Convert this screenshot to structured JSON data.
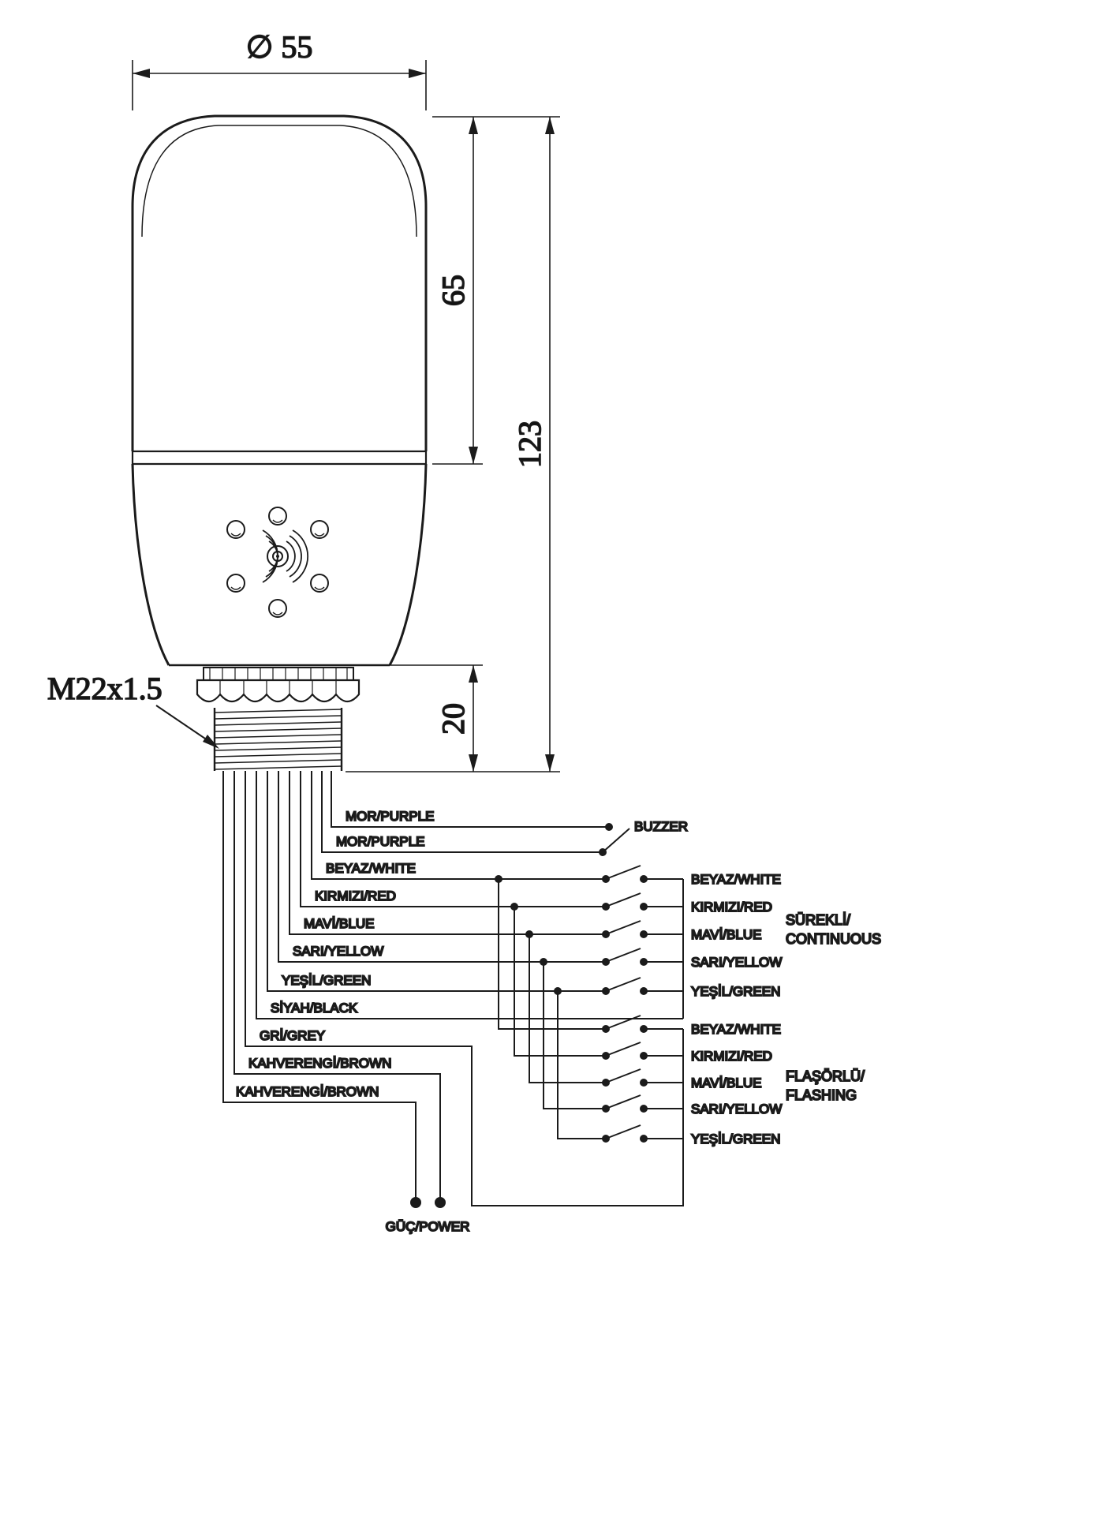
{
  "drawing": {
    "dims": {
      "diameter": "∅ 55",
      "lens_height": "65",
      "total_height": "123",
      "thread_height": "20",
      "thread_spec": "M22x1.5"
    }
  },
  "wires": [
    "MOR/PURPLE",
    "MOR/PURPLE",
    "BEYAZ/WHITE",
    "KIRMIZI/RED",
    "MAVİ/BLUE",
    "SARI/YELLOW",
    "YEŞİL/GREEN",
    "SİYAH/BLACK",
    "GRİ/GREY",
    "KAHVERENGİ/BROWN",
    "KAHVERENGİ/BROWN"
  ],
  "schematic": {
    "buzzer": "BUZZER",
    "continuous": [
      "BEYAZ/WHITE",
      "KIRMIZI/RED",
      "MAVİ/BLUE",
      "SARI/YELLOW",
      "YEŞİL/GREEN"
    ],
    "flashing": [
      "BEYAZ/WHITE",
      "KIRMIZI/RED",
      "MAVİ/BLUE",
      "SARI/YELLOW",
      "YEŞİL/GREEN"
    ],
    "continuous_group": {
      "line1": "SÜREKLİ/",
      "line2": "CONTINUOUS"
    },
    "flashing_group": {
      "line1": "FLAŞÖRLÜ/",
      "line2": "FLASHING"
    },
    "power": "GÜÇ/POWER"
  }
}
